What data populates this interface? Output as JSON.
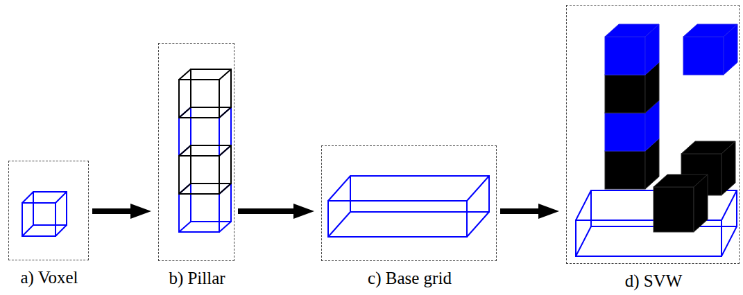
{
  "diagram": {
    "nodes": [
      {
        "text": [
          "a) Voxel"
        ]
      },
      {
        "text": [
          "b) Pillar"
        ]
      },
      {
        "text": [
          "c) Base grid"
        ]
      },
      {
        "text": [
          "d) SVW"
        ]
      }
    ],
    "edges": [
      {
        "from": 0,
        "to": 1,
        "arrow": "to"
      },
      {
        "from": 1,
        "to": 2,
        "arrow": "to"
      },
      {
        "from": 2,
        "to": 3,
        "arrow": "to"
      }
    ]
  }
}
